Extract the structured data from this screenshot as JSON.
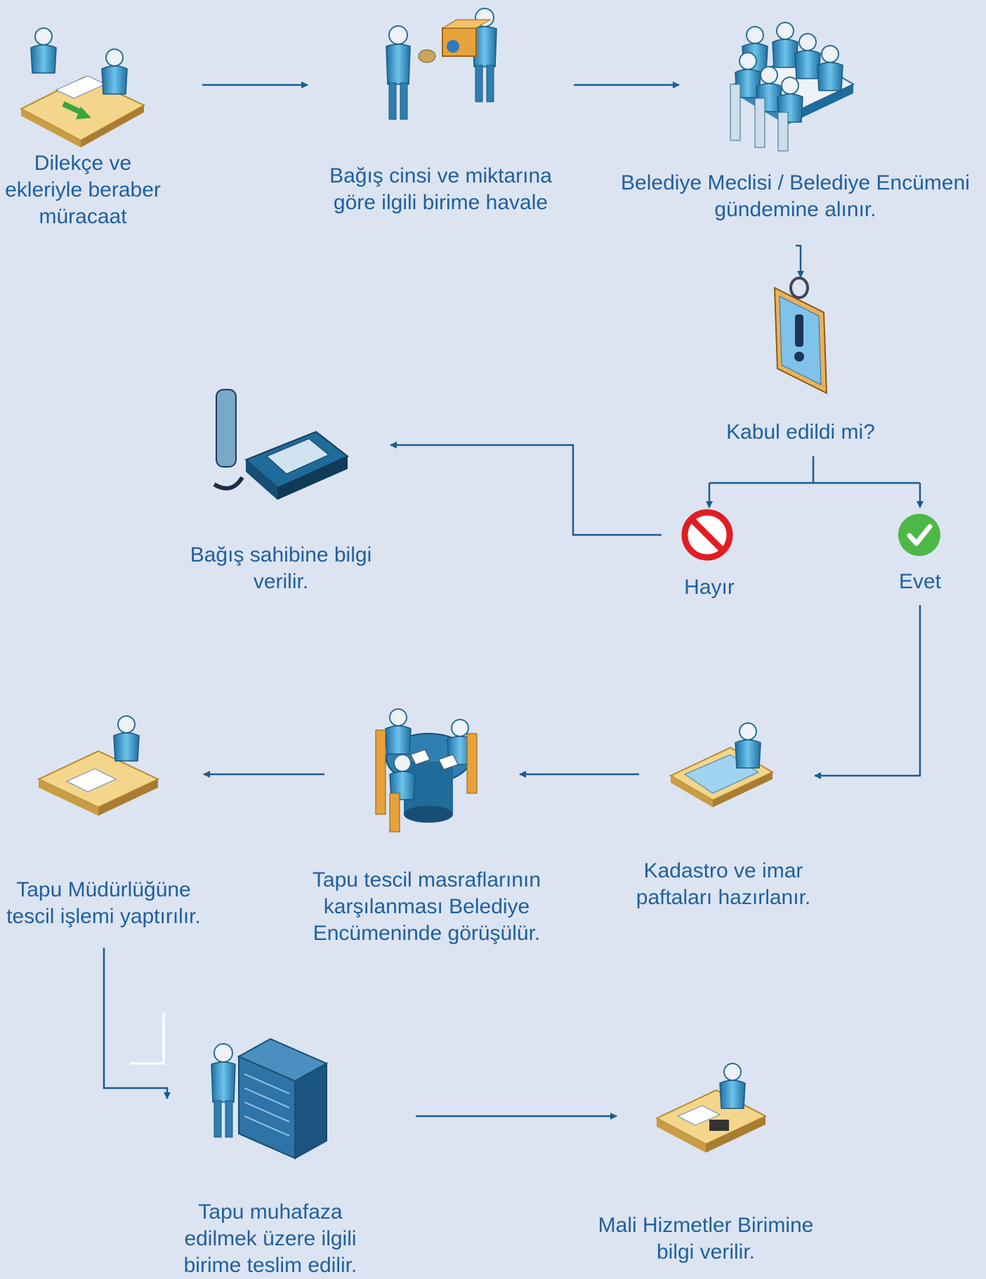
{
  "colors": {
    "background": "#dce4f1",
    "text": "#1f5f9e",
    "arrow": "#1d5a8e",
    "no": "#e11d24",
    "yes": "#4db848"
  },
  "steps": {
    "s1": {
      "label": "Dilekçe ve\nekleriyle beraber\nmüracaat",
      "icon": "handover-document-icon"
    },
    "s2": {
      "label": "Bağış cinsi ve miktarına\ngöre ilgili birime havale",
      "icon": "people-exchange-icon"
    },
    "s3": {
      "label": "Belediye Meclisi / Belediye Encümeni\ngündemine alınır.",
      "icon": "meeting-table-icon"
    },
    "decision": {
      "label": "Kabul edildi mi?",
      "icon": "clipboard-exclamation-icon"
    },
    "no": {
      "label": "Hayır",
      "icon": "prohibited-icon"
    },
    "yes": {
      "label": "Evet",
      "icon": "checkmark-icon"
    },
    "inform_donor": {
      "label": "Bağış sahibine bilgi\nverilir.",
      "icon": "telephone-icon"
    },
    "cadastre": {
      "label": "Kadastro ve imar\npaftaları hazırlanır.",
      "icon": "blueprint-desk-icon"
    },
    "council": {
      "label": "Tapu tescil masraflarının\nkarşılanması Belediye\nEncümeninde görüşülür.",
      "icon": "round-table-meeting-icon"
    },
    "registry": {
      "label": "Tapu Müdürlüğüne\ntescil işlemi yaptırılır.",
      "icon": "writing-desk-icon"
    },
    "archive": {
      "label": "Tapu muhafaza\nedilmek üzere ilgili\nbirime teslim edilir.",
      "icon": "server-rack-icon"
    },
    "finance": {
      "label": "Mali Hizmetler Birimine\nbilgi verilir.",
      "icon": "office-desk-icon"
    }
  }
}
